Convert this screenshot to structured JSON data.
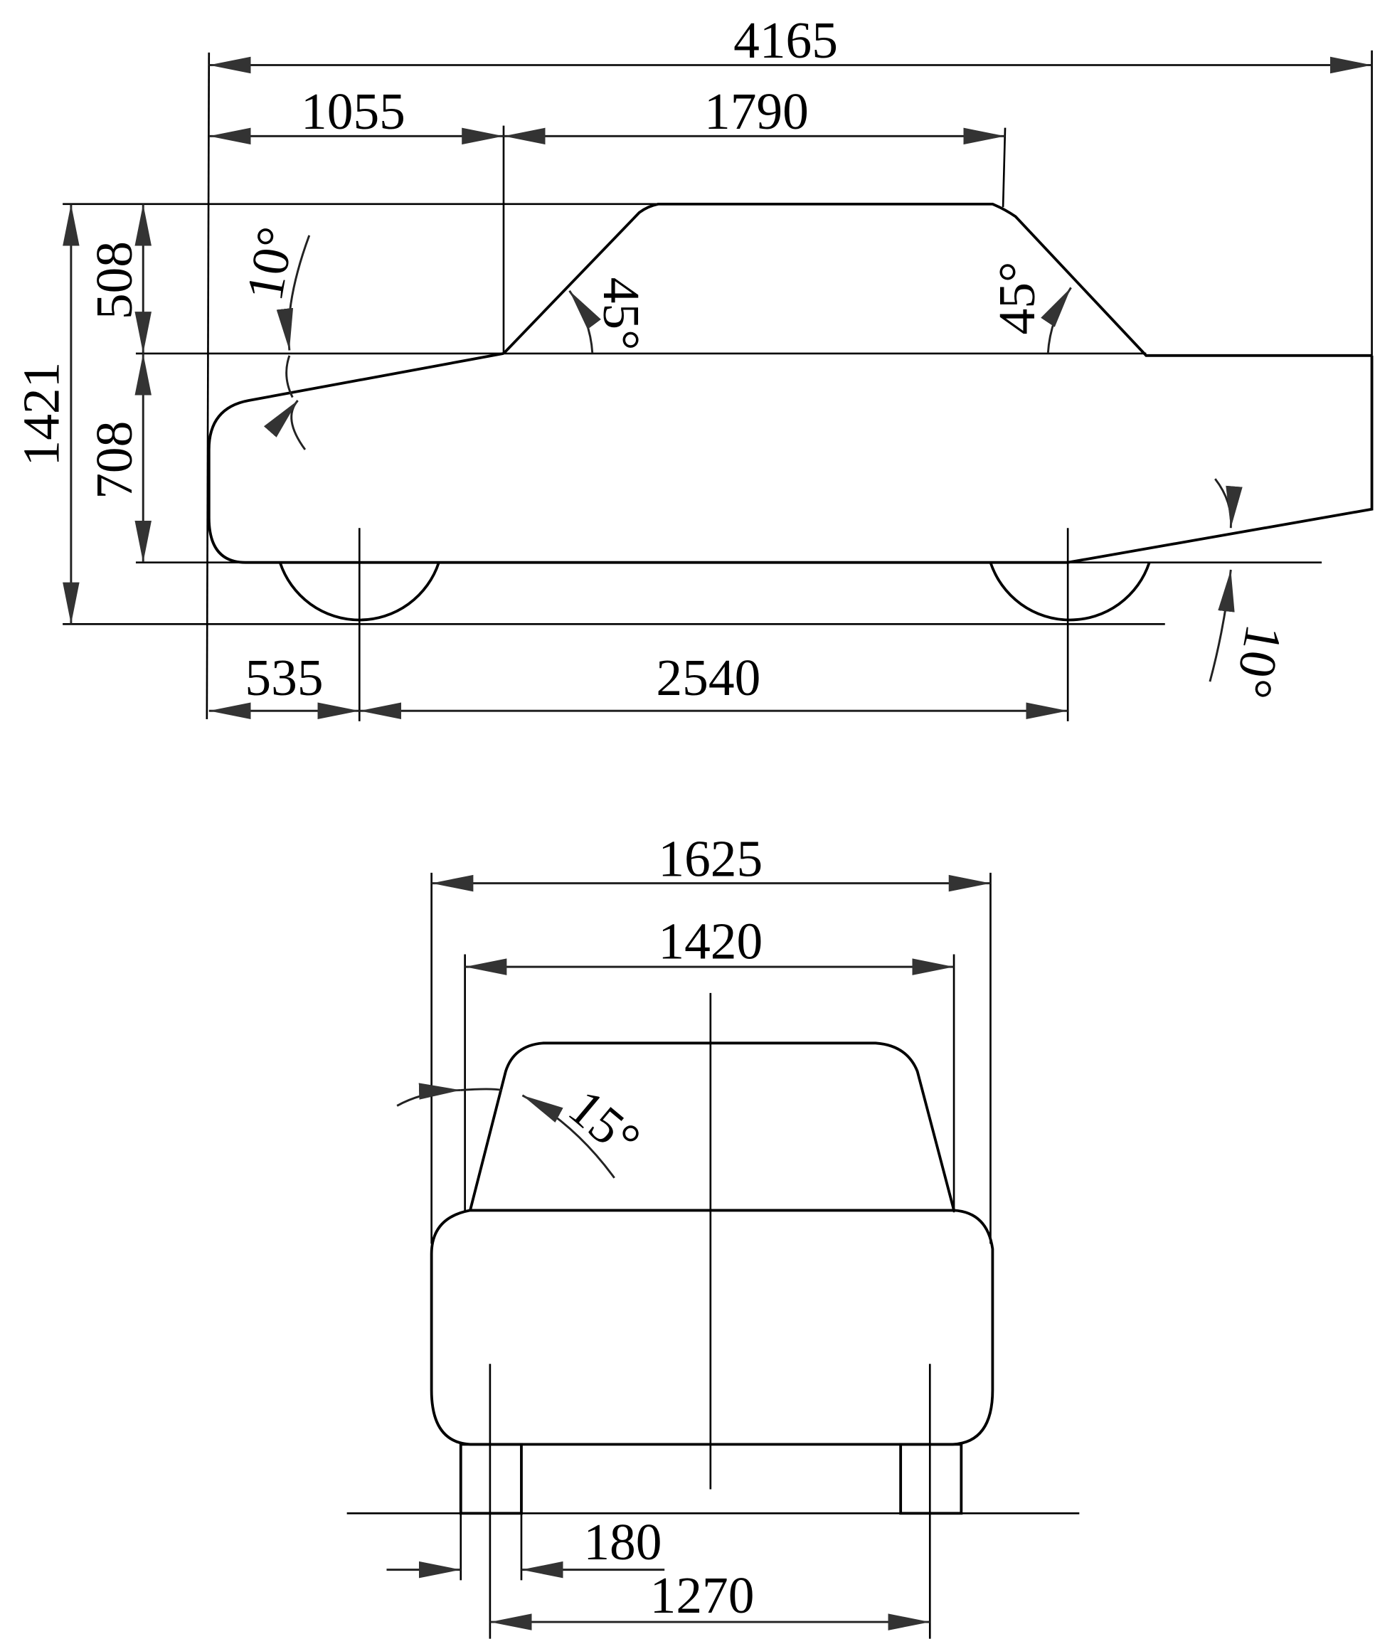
{
  "side_view": {
    "overall_length": "4165",
    "front_overhang_to_windshield": "1055",
    "roof_length": "1790",
    "overall_height": "1421",
    "cabin_height": "508",
    "body_height": "708",
    "front_overhang": "535",
    "wheelbase": "2540",
    "hood_angle": "10°",
    "windshield_angle": "45°",
    "rear_window_angle": "45°",
    "rear_angle": "10°"
  },
  "front_view": {
    "overall_width": "1625",
    "cabin_width": "1420",
    "side_angle": "15°",
    "tire_width": "180",
    "track_width": "1270"
  }
}
